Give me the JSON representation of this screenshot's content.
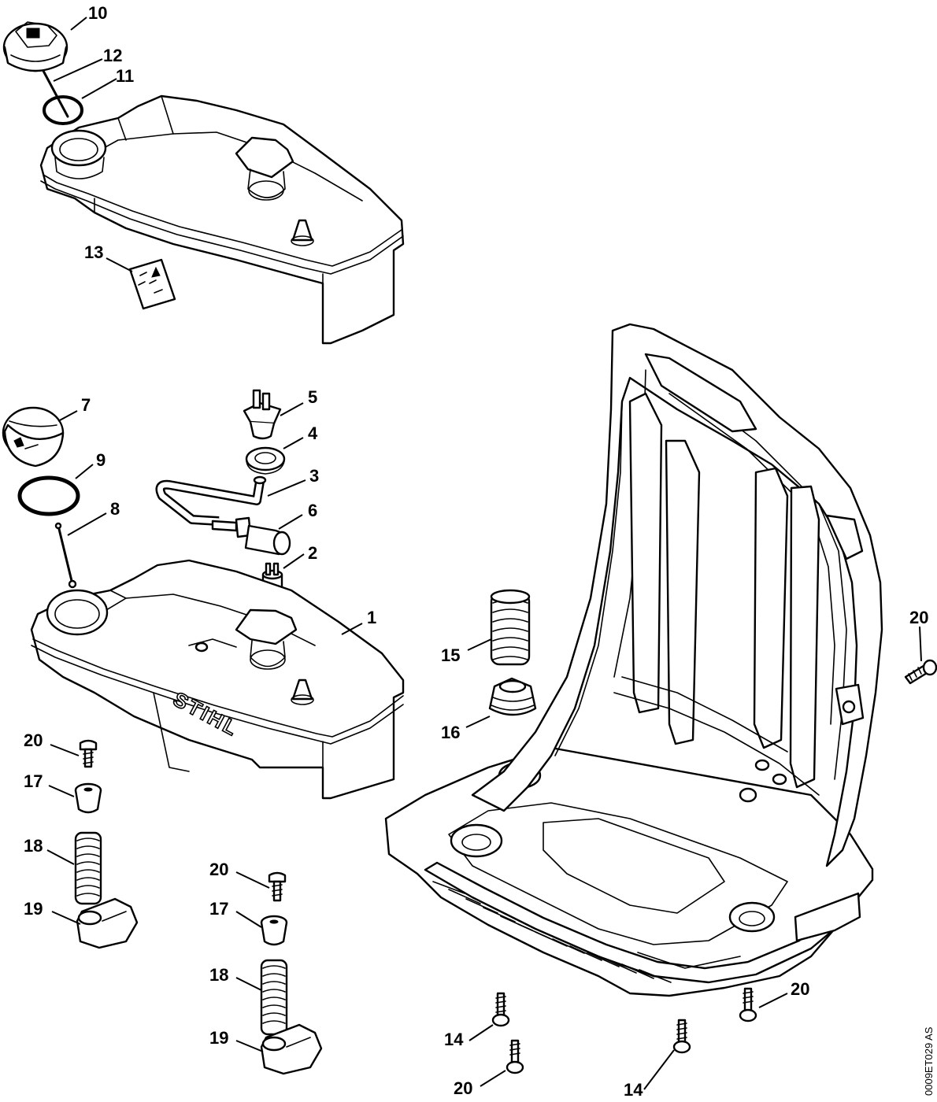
{
  "brand_text": "STIHL",
  "reference_code": "0009ET029 AS",
  "callouts": [
    {
      "id": "c10a",
      "label": "10"
    },
    {
      "id": "c12a",
      "label": "12"
    },
    {
      "id": "c11a",
      "label": "11"
    },
    {
      "id": "c13a",
      "label": "13"
    },
    {
      "id": "c7a",
      "label": "7"
    },
    {
      "id": "c9a",
      "label": "9"
    },
    {
      "id": "c8a",
      "label": "8"
    },
    {
      "id": "c5a",
      "label": "5"
    },
    {
      "id": "c4a",
      "label": "4"
    },
    {
      "id": "c3a",
      "label": "3"
    },
    {
      "id": "c6a",
      "label": "6"
    },
    {
      "id": "c2a",
      "label": "2"
    },
    {
      "id": "c1a",
      "label": "1"
    },
    {
      "id": "c15a",
      "label": "15"
    },
    {
      "id": "c16a",
      "label": "16"
    },
    {
      "id": "c20a",
      "label": "20"
    },
    {
      "id": "c20b",
      "label": "20"
    },
    {
      "id": "c17a",
      "label": "17"
    },
    {
      "id": "c18a",
      "label": "18"
    },
    {
      "id": "c19a",
      "label": "19"
    },
    {
      "id": "c20c",
      "label": "20"
    },
    {
      "id": "c17b",
      "label": "17"
    },
    {
      "id": "c18b",
      "label": "18"
    },
    {
      "id": "c19b",
      "label": "19"
    },
    {
      "id": "c20d",
      "label": "20"
    },
    {
      "id": "c14a",
      "label": "14"
    },
    {
      "id": "c14b",
      "label": "14"
    },
    {
      "id": "c20e",
      "label": "20"
    }
  ]
}
